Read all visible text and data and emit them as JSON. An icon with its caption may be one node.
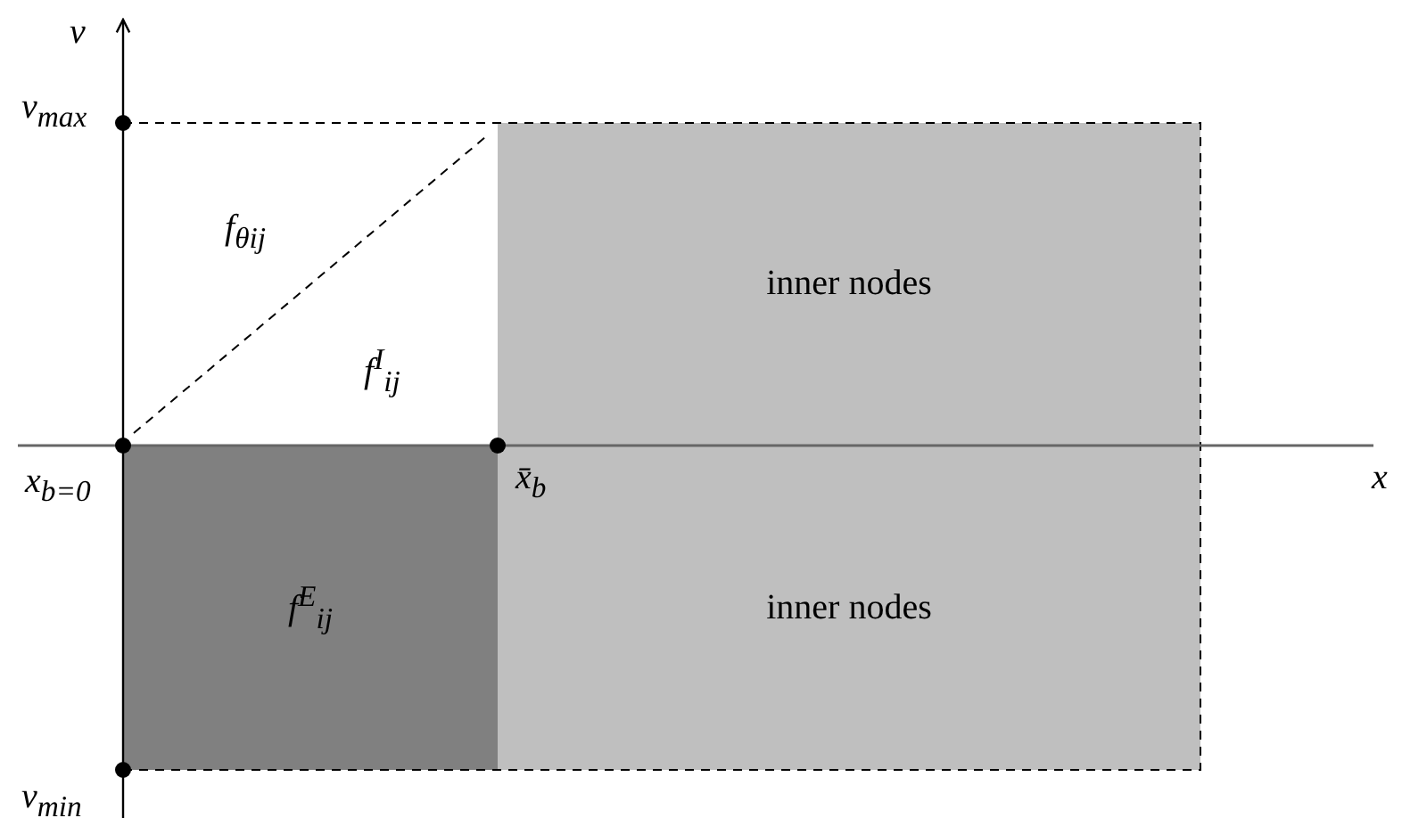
{
  "diagram": {
    "nodes": [
      {
        "text": [
          "inner nodes"
        ]
      },
      {
        "text": [
          "inner nodes"
        ]
      },
      {
        "text": [
          "f$^{E}$$_{ij}$"
        ]
      }
    ],
    "labels": [
      "v",
      "v$_{max}$",
      "f$_{θij}$",
      "f$^{I}$$_{ij}$",
      "x$_{b=0}$",
      "x̄$_{b}$",
      "x",
      "v$_{min}$"
    ]
  }
}
